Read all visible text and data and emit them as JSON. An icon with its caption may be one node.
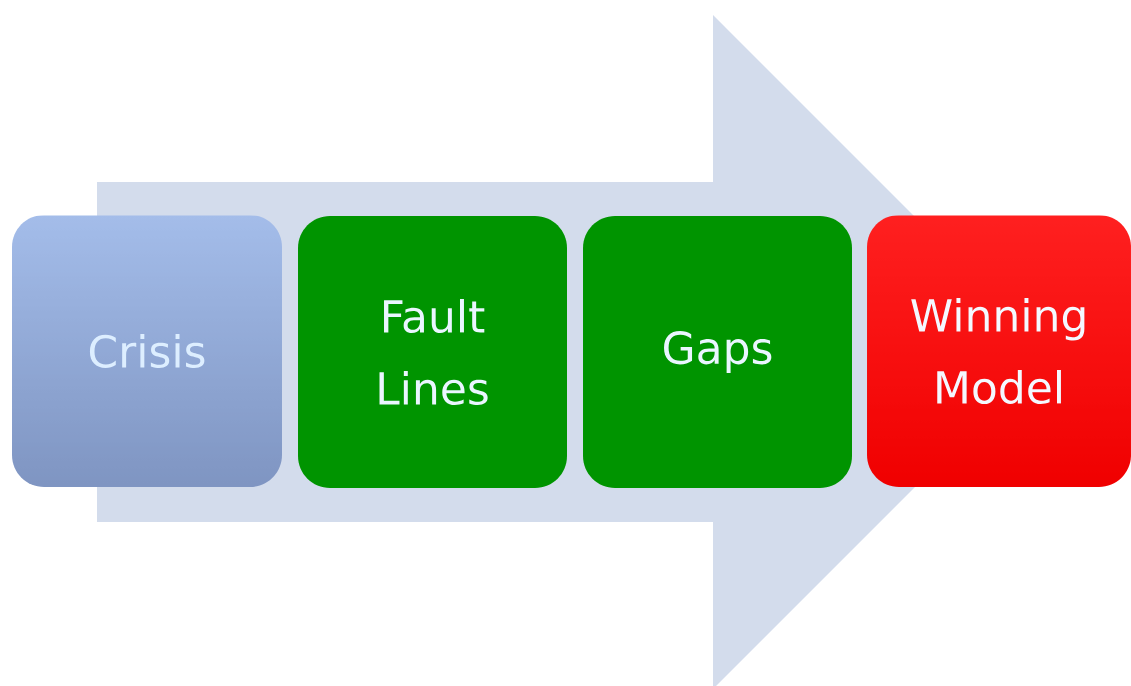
{
  "diagram": {
    "nodes": [
      {
        "text": [
          "Crisis"
        ]
      },
      {
        "text": [
          "Fault Lines"
        ]
      },
      {
        "text": [
          "Gaps"
        ]
      },
      {
        "text": [
          "Winning Model"
        ]
      }
    ],
    "edges": [
      {
        "from": 0,
        "to": 3,
        "arrow": "to",
        "style": "thick"
      }
    ]
  }
}
